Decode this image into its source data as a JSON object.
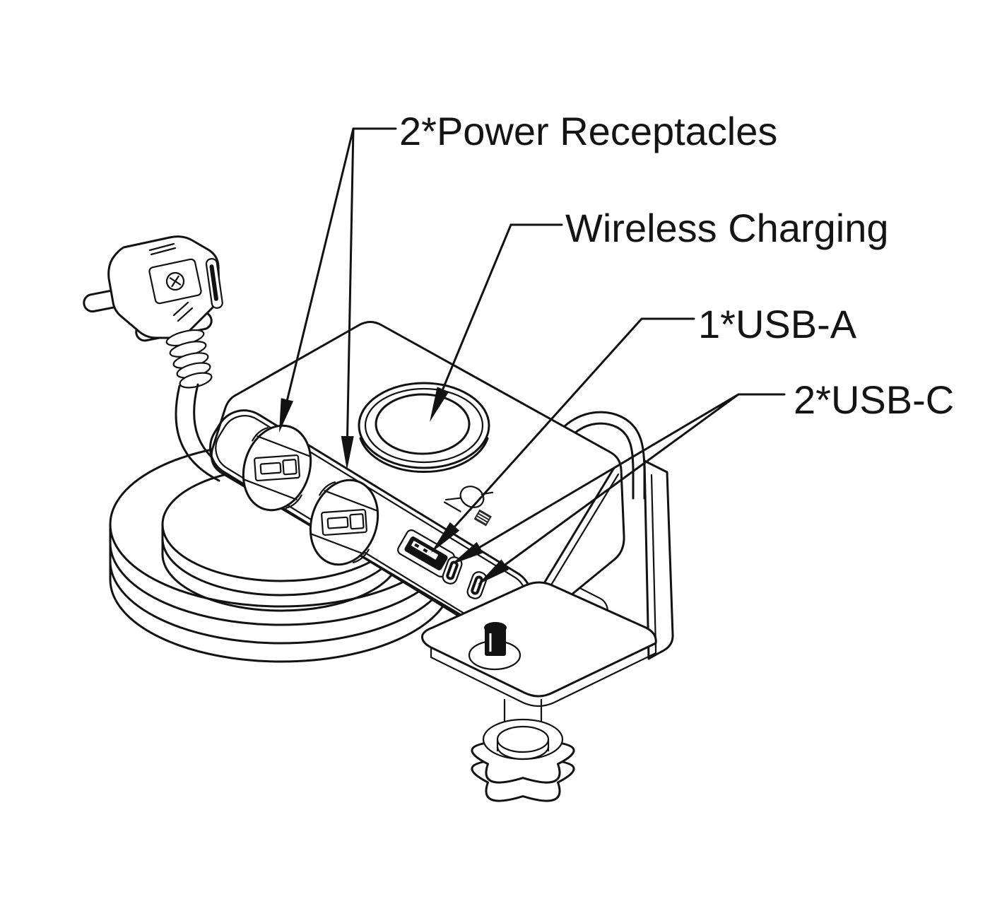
{
  "figure": {
    "type": "technical line drawing",
    "subject": "desk-clamp power strip with wireless charging pad, EU plug, coiled cord and mounting clamp",
    "background_color": "#ffffff",
    "line_color": "#121212"
  },
  "callouts": [
    {
      "id": "power-receptacles",
      "label": "2*Power Receptacles"
    },
    {
      "id": "wireless-charging",
      "label": "Wireless Charging"
    },
    {
      "id": "usb-a",
      "label": "1*USB-A"
    },
    {
      "id": "usb-c",
      "label": "2*USB-C"
    }
  ],
  "components": [
    "eu-schuko-plug",
    "plug-pins",
    "cable-strain-relief",
    "coiled-power-cable",
    "power-strip-body",
    "power-receptacle-1",
    "power-receptacle-2",
    "wireless-charging-pad",
    "qi-logo",
    "usb-a-port",
    "usb-c-port-1",
    "usb-c-port-2",
    "desk-clamp-bracket",
    "clamp-screw",
    "clamp-thumb-knob"
  ]
}
